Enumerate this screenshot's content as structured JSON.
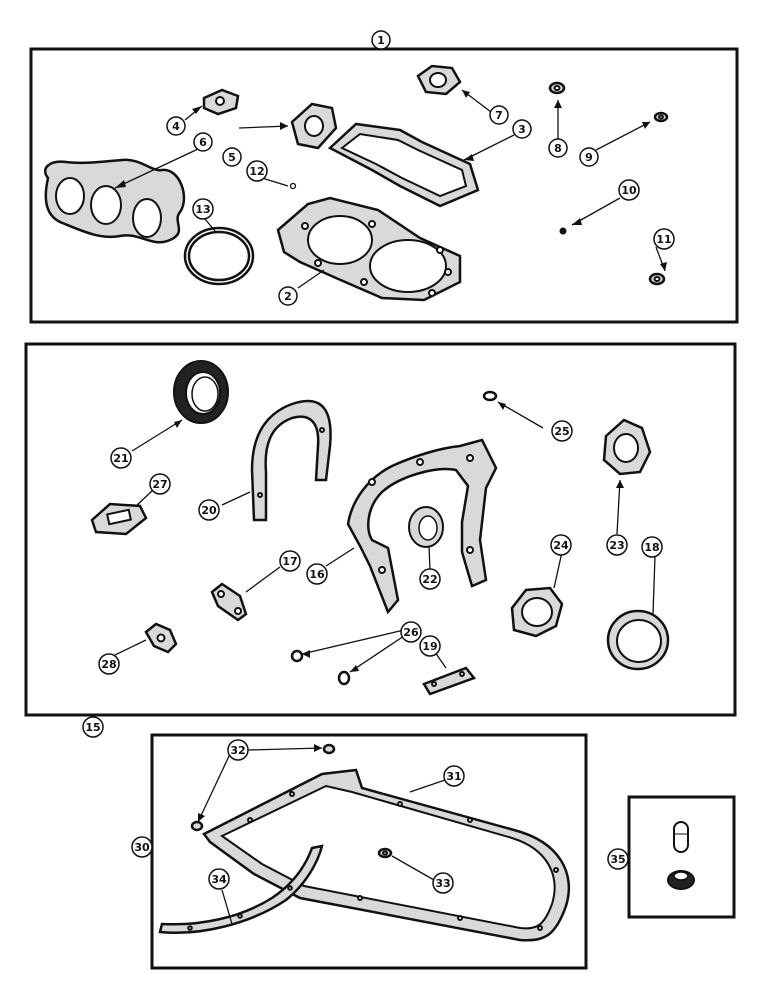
{
  "diagram": {
    "callouts": [
      "1",
      "2",
      "3",
      "4",
      "5",
      "6",
      "7",
      "8",
      "9",
      "10",
      "11",
      "12",
      "13",
      "15",
      "16",
      "17",
      "18",
      "19",
      "20",
      "21",
      "22",
      "23",
      "24",
      "25",
      "26",
      "27",
      "28",
      "30",
      "31",
      "32",
      "33",
      "34",
      "35"
    ],
    "colors": {
      "ink": "#111111",
      "paper": "#ffffff",
      "gasket_fill": "#d9d9d9"
    }
  }
}
